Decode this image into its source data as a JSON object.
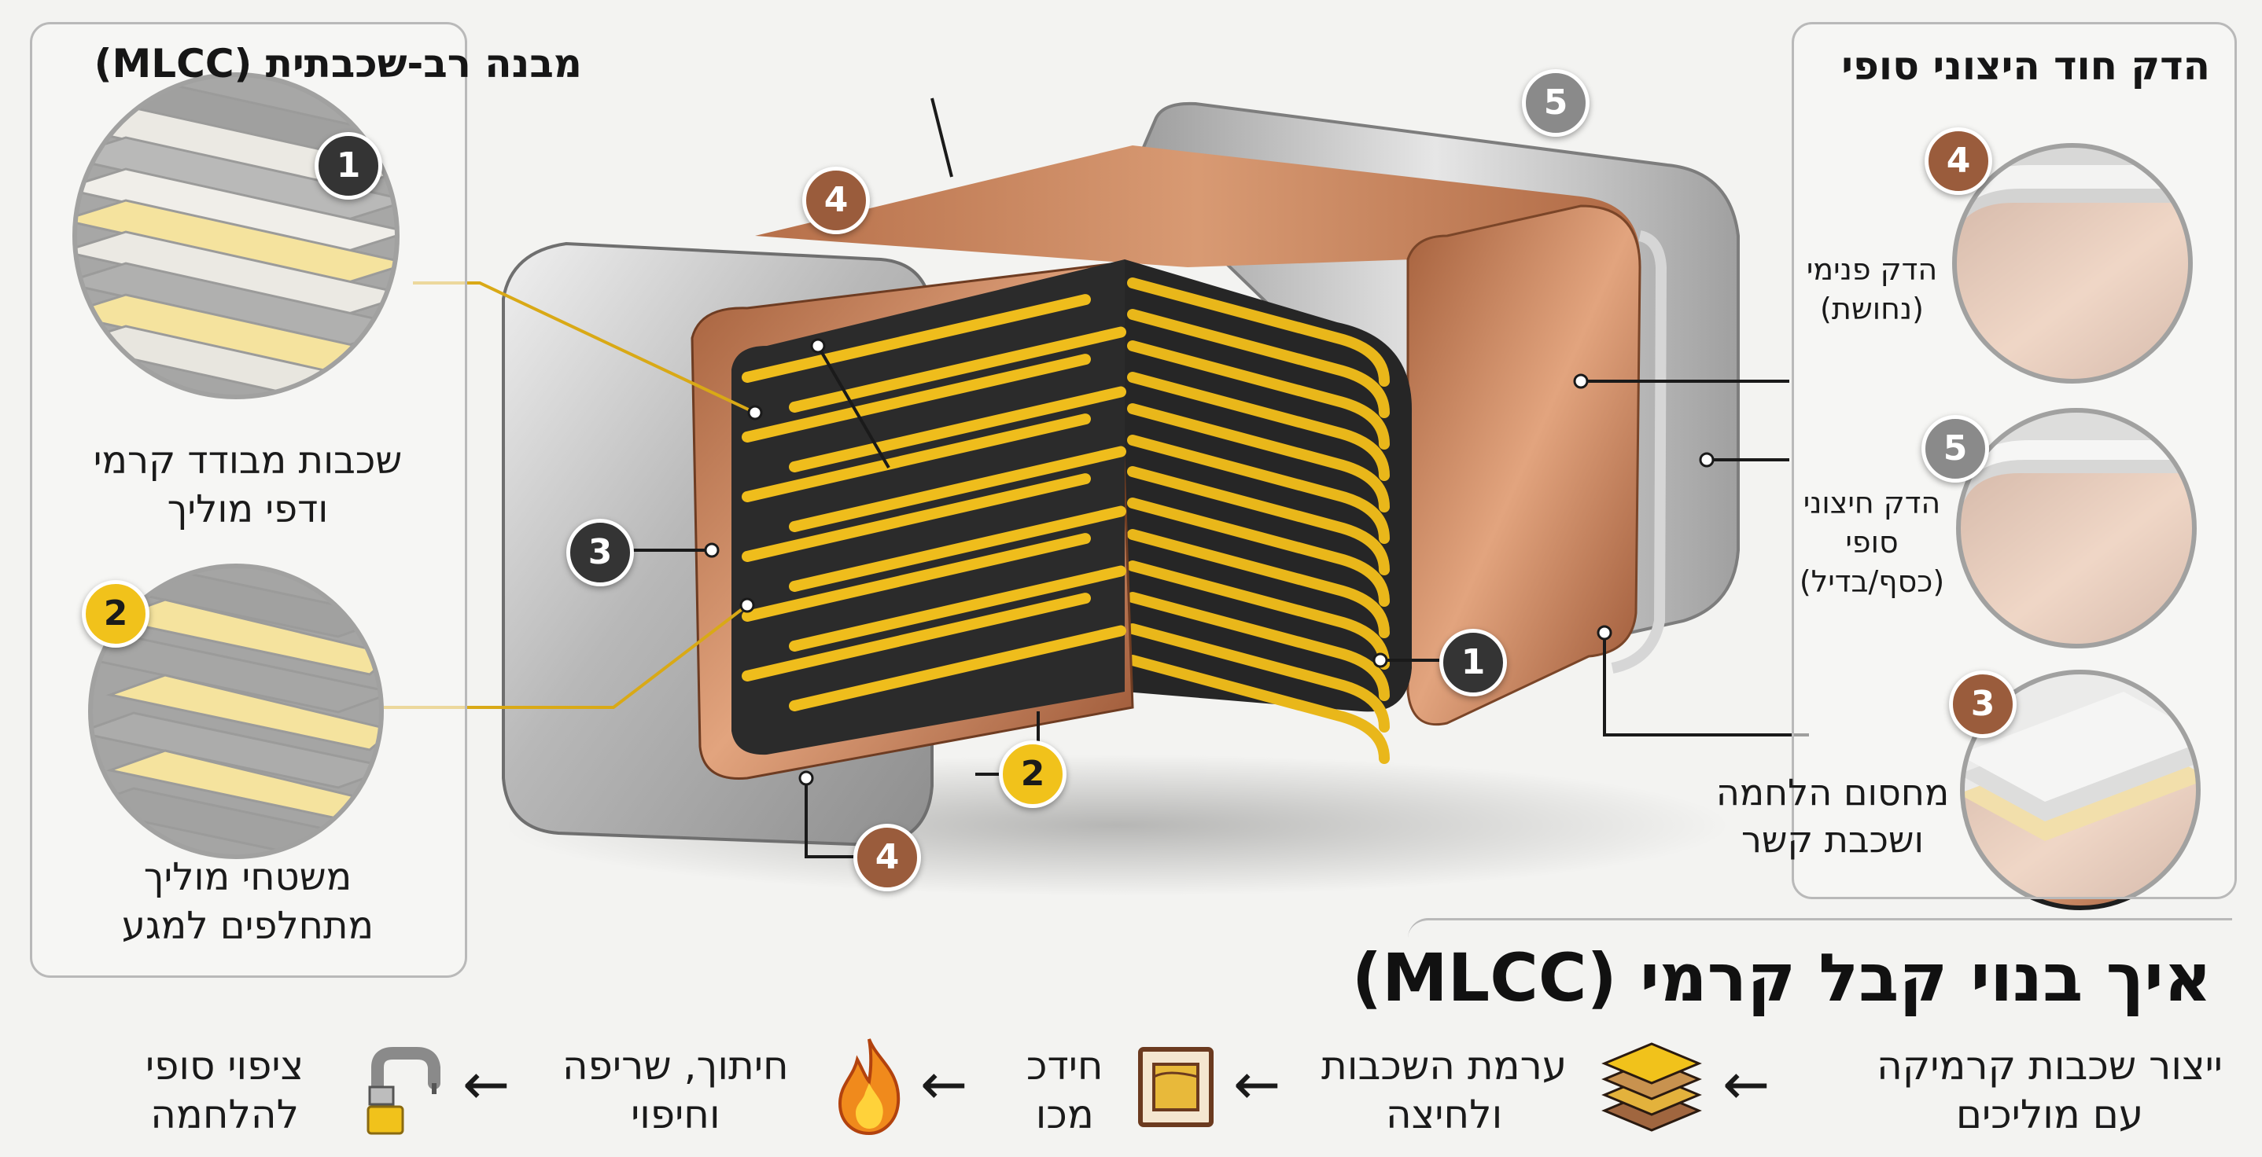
{
  "left_panel": {
    "title": "מבנה רב-שכבתית (MLCC)",
    "caption1_line1": "שכבות מבודד קרמי",
    "caption1_line2": "ודפי מוליך",
    "caption2_line1": "משטחי מוליך",
    "caption2_line2": "מתחלפים למגע"
  },
  "right_panel": {
    "title": "הדק חוד היצוני סופי",
    "detail4_line1": "הדק פנימי",
    "detail4_line2": "(נחושת)",
    "detail5_line1": "הדק חיצוני",
    "detail5_line2": "סופי",
    "detail5_line3": "(כסף/בדיל)",
    "detail3_line1": "מחסום הלחמה",
    "detail3_line2": "ושכבת קשר"
  },
  "badges": {
    "one": "1",
    "two": "2",
    "three": "3",
    "four": "4",
    "five": "5"
  },
  "process": {
    "title": "איך בנוי קבל קרמי (MLCC)",
    "steps": [
      {
        "line1": "ייצור שכבות קרמיקה",
        "line2": "עם מוליכים"
      },
      {
        "line1": "ערמת השכבות",
        "line2": "ולחיצה"
      },
      {
        "line1": "חידכ",
        "line2": "מכו"
      },
      {
        "line1": "חיתוך, שריפה",
        "line2": "וחיפוי"
      },
      {
        "line1": "ציפוי סופי",
        "line2": "להלחמה"
      }
    ],
    "arrow": "←"
  },
  "colors": {
    "copper": "#c9835c",
    "silver": "#c8c8c8",
    "gold": "#f1c21b",
    "ceramic": "#2b2b2b"
  }
}
